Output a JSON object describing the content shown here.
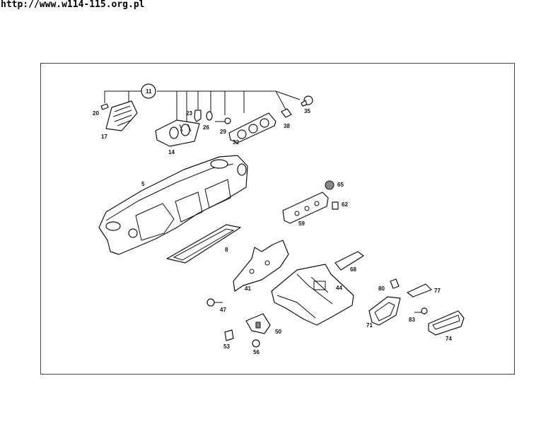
{
  "header": {
    "url": "http://www.w114-115.org.pl"
  },
  "parts": {
    "p11": "11",
    "p20": "20",
    "p17": "17",
    "p23": "23",
    "p26": "26",
    "p29": "29",
    "p14": "14",
    "p32": "32",
    "p38": "38",
    "p35": "35",
    "p5": "5",
    "p65": "65",
    "p62": "62",
    "p59": "59",
    "p8": "8",
    "p68": "68",
    "p41": "41",
    "p44": "44",
    "p80": "80",
    "p77": "77",
    "p47": "47",
    "p71": "71",
    "p83": "83",
    "p50": "50",
    "p74": "74",
    "p53": "53",
    "p56": "56"
  }
}
